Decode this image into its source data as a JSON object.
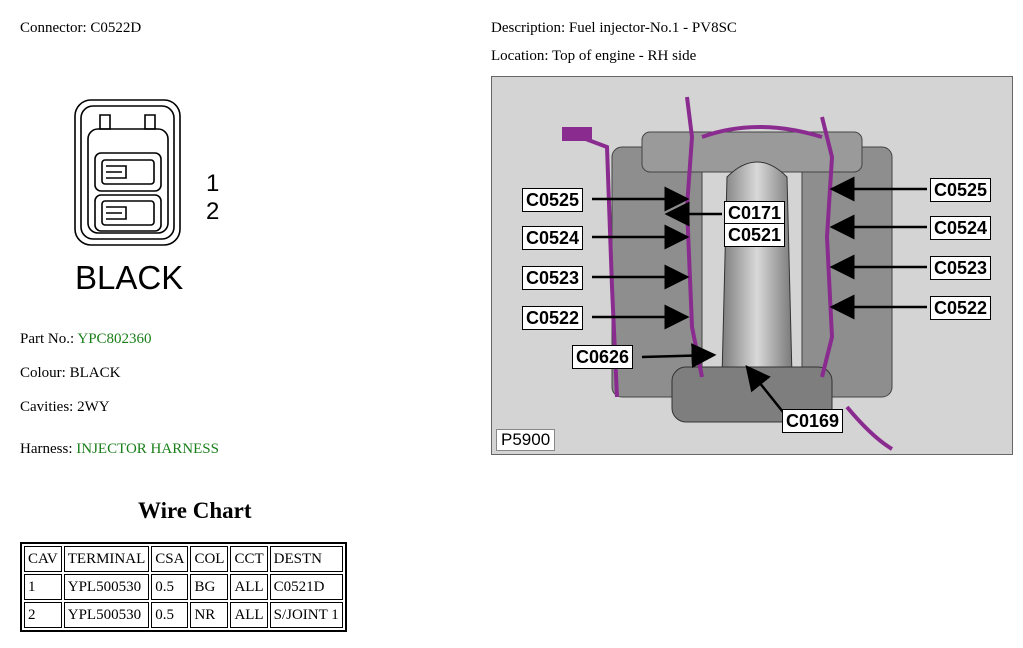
{
  "connector": {
    "label": "Connector:",
    "id": "C0522D",
    "pin_numbers": [
      "1",
      "2"
    ],
    "drawing_colour_label": "BLACK"
  },
  "description": {
    "label": "Description:",
    "value": "Fuel injector-No.1 - PV8SC"
  },
  "location": {
    "label": "Location:",
    "value": "Top of engine - RH side"
  },
  "part": {
    "label": "Part No.:",
    "value": "YPC802360"
  },
  "colour": {
    "label": "Colour:",
    "value": "BLACK"
  },
  "cavities": {
    "label": "Cavities:",
    "value": "2WY"
  },
  "harness": {
    "label": "Harness:",
    "value": "INJECTOR HARNESS"
  },
  "wire_chart": {
    "title": "Wire Chart",
    "headers": [
      "CAV",
      "TERMINAL",
      "CSA",
      "COL",
      "CCT",
      "DESTN"
    ],
    "rows": [
      [
        "1",
        "YPL500530",
        "0.5",
        "BG",
        "ALL",
        "C0521D"
      ],
      [
        "2",
        "YPL500530",
        "0.5",
        "NR",
        "ALL",
        "S/JOINT 1"
      ]
    ]
  },
  "engine_view": {
    "figure_id": "P5900",
    "callouts_left": [
      "C0525",
      "C0524",
      "C0523",
      "C0522",
      "C0626"
    ],
    "callouts_center": [
      "C0171",
      "C0521",
      "C0169"
    ],
    "callouts_right": [
      "C0525",
      "C0524",
      "C0523",
      "C0522"
    ]
  },
  "colors": {
    "link_green": "#1a7f1a",
    "harness_purple": "#8a2b8f"
  }
}
